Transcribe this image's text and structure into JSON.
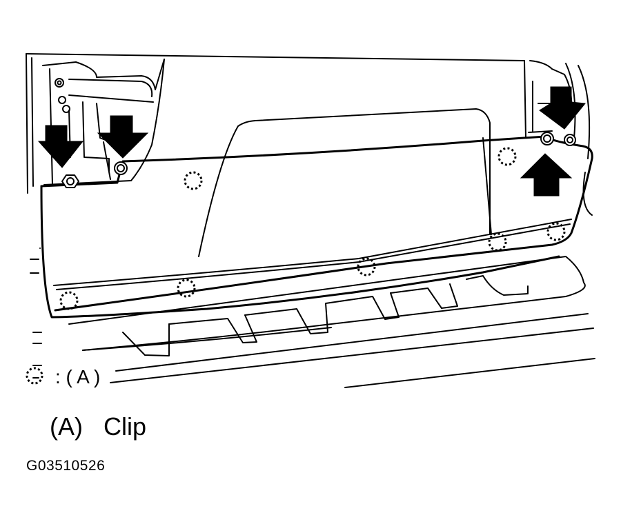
{
  "figure": {
    "legend_symbol_label": ": ( A )",
    "caption_key": "(A)",
    "caption_text": "Clip",
    "figure_id": "G03510526",
    "clip_marker_icon": "dashed-circle-clip-icon",
    "arrow_icon": "solid-arrow-icon",
    "line_color": "#000000",
    "background_color": "#ffffff"
  }
}
